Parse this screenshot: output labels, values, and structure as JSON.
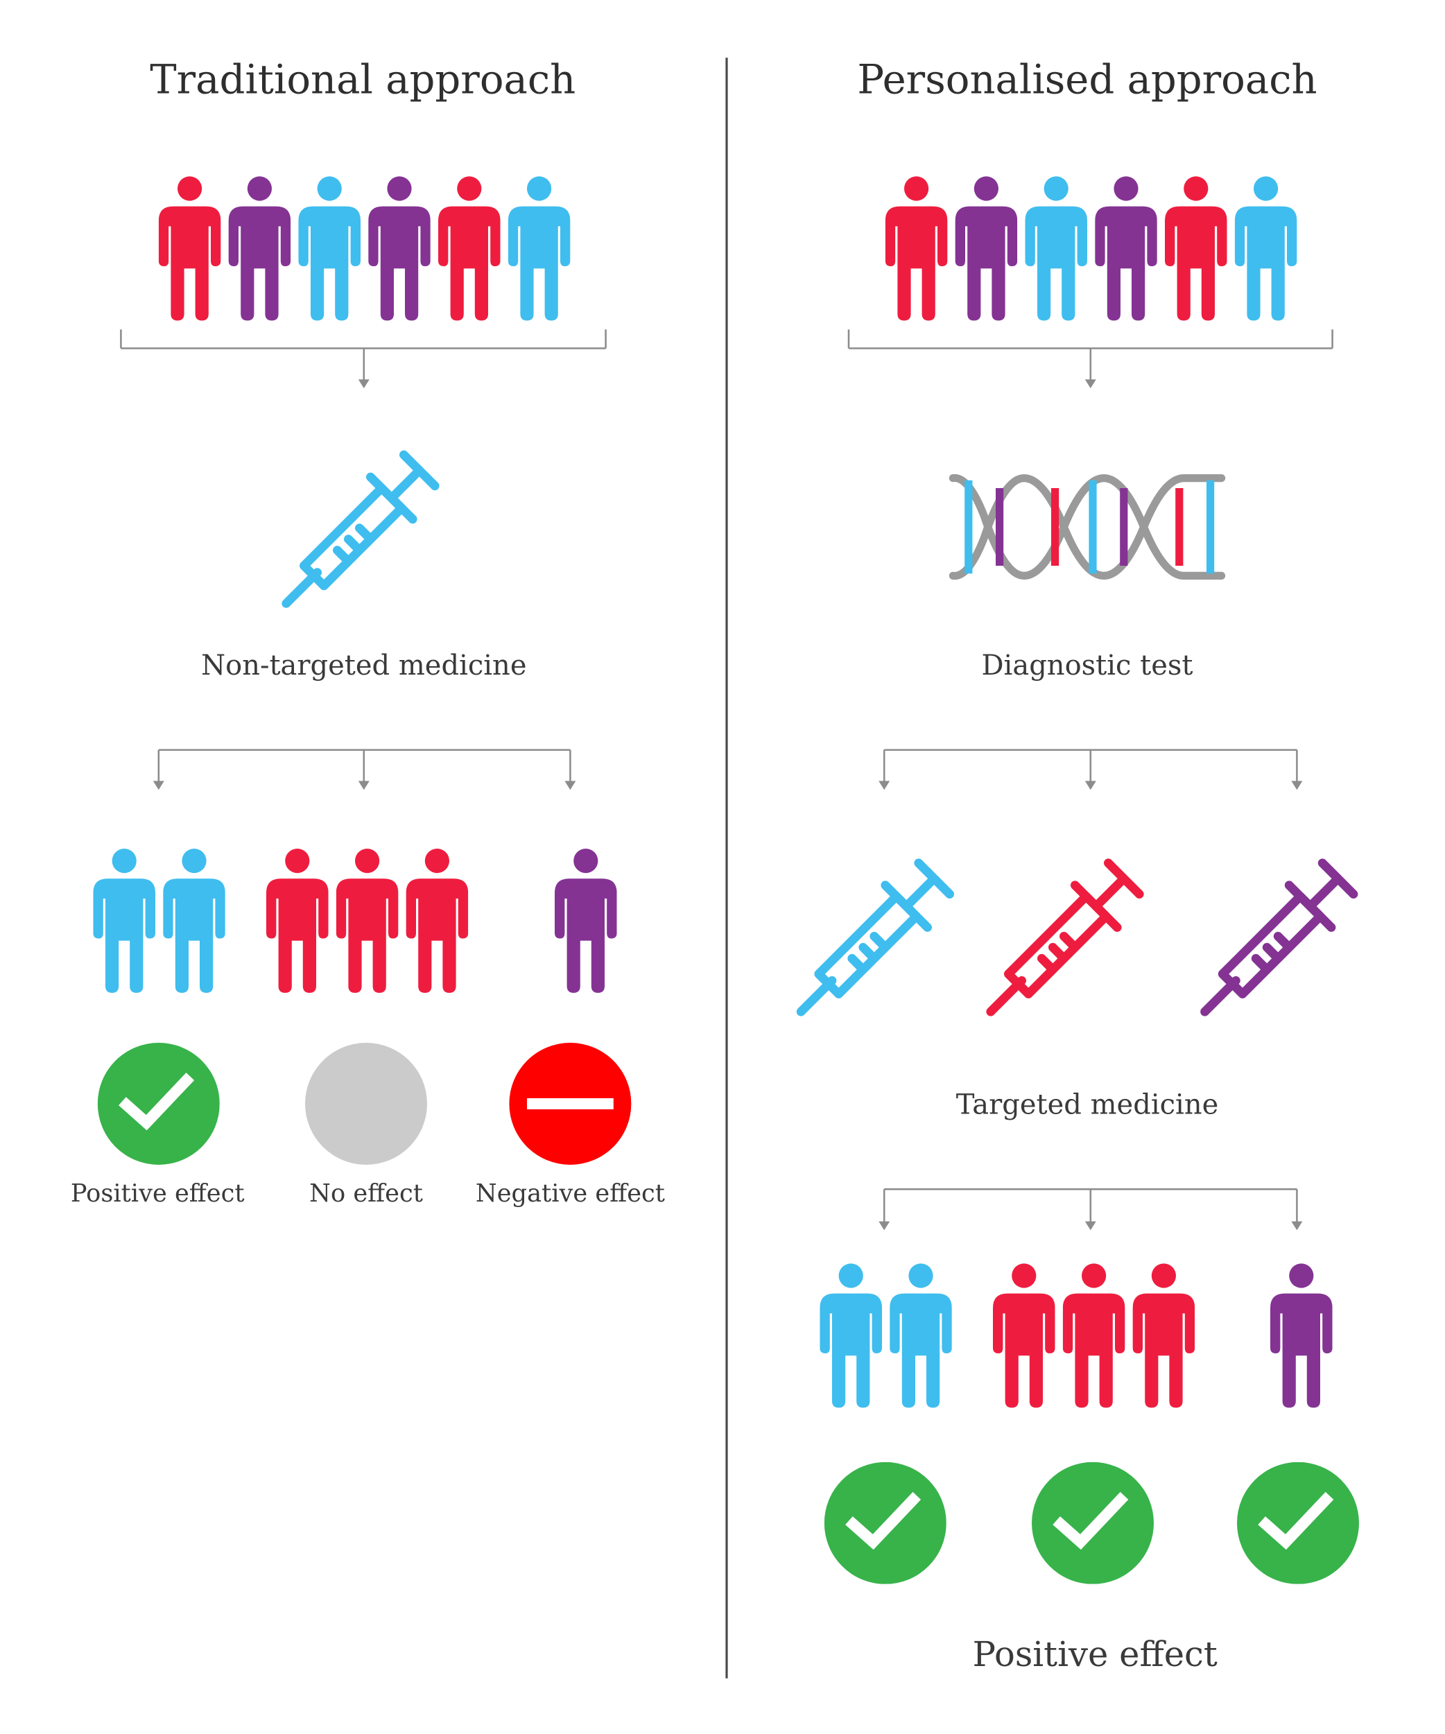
{
  "colors": {
    "red": "#ee1d3f",
    "purple": "#843393",
    "blue": "#3fbdee",
    "green": "#37b34a",
    "gray": "#cbcbcb",
    "stop_red": "#fe0000",
    "connector": "#8c8c8c",
    "divider": "#4a4a4a"
  },
  "traditional": {
    "title": "Traditional approach",
    "population": [
      "red",
      "purple",
      "blue",
      "purple",
      "red",
      "blue"
    ],
    "medicine_icon": "syringe-icon",
    "medicine_label": "Non-targeted medicine",
    "outcome_groups": [
      {
        "people": [
          "blue",
          "blue"
        ],
        "icon": "checkmark-circle-icon",
        "label": "Positive effect"
      },
      {
        "people": [
          "red",
          "red",
          "red"
        ],
        "icon": "neutral-circle-icon",
        "label": "No effect"
      },
      {
        "people": [
          "purple"
        ],
        "icon": "no-entry-icon",
        "label": "Negative effect"
      }
    ]
  },
  "personalised": {
    "title": "Personalised approach",
    "population": [
      "red",
      "purple",
      "blue",
      "purple",
      "red",
      "blue"
    ],
    "test_icon": "dna-icon",
    "test_label": "Diagnostic test",
    "syringes": [
      "blue",
      "red",
      "purple"
    ],
    "medicine_label": "Targeted medicine",
    "outcome_groups": [
      {
        "people": [
          "blue",
          "blue"
        ],
        "icon": "checkmark-circle-icon"
      },
      {
        "people": [
          "red",
          "red",
          "red"
        ],
        "icon": "checkmark-circle-icon"
      },
      {
        "people": [
          "purple"
        ],
        "icon": "checkmark-circle-icon"
      }
    ],
    "outcome_label": "Positive effect"
  }
}
